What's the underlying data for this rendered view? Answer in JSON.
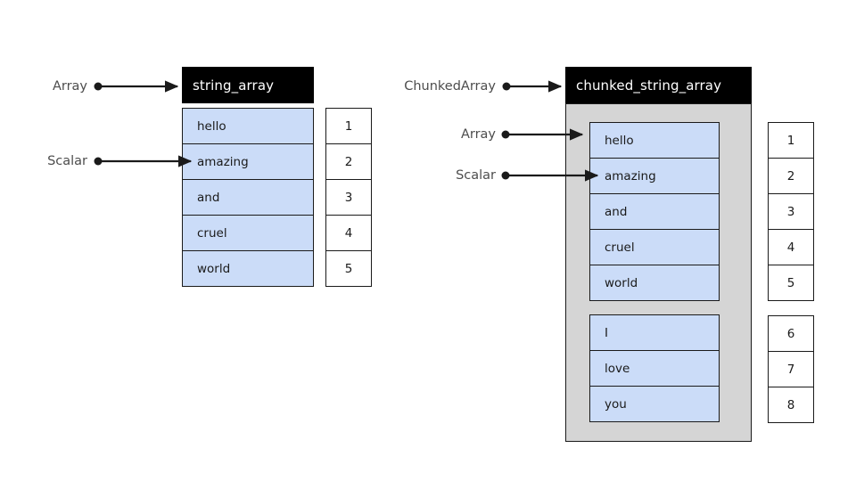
{
  "diagram": {
    "left_structure": {
      "title": "string_array",
      "values": [
        "hello",
        "amazing",
        "and",
        "cruel",
        "world"
      ],
      "indexes": [
        "1",
        "2",
        "3",
        "4",
        "5"
      ],
      "callouts": [
        {
          "label": "Array",
          "target": "string_array-header"
        },
        {
          "label": "Scalar",
          "target": "value-cell-amazing"
        }
      ]
    },
    "right_structure": {
      "title": "chunked_string_array",
      "chunks": [
        {
          "values": [
            "hello",
            "amazing",
            "and",
            "cruel",
            "world"
          ],
          "indexes": [
            "1",
            "2",
            "3",
            "4",
            "5"
          ]
        },
        {
          "values": [
            "I",
            "love",
            "you"
          ],
          "indexes": [
            "6",
            "7",
            "8"
          ]
        }
      ],
      "callouts": [
        {
          "label": "ChunkedArray",
          "target": "chunked_string_array-header"
        },
        {
          "label": "Array",
          "target": "chunk-0"
        },
        {
          "label": "Scalar",
          "target": "value-cell-amazing"
        }
      ]
    },
    "colors": {
      "header_bg": "#000000",
      "header_text": "#ffffff",
      "value_fill": "#cbdcf8",
      "chunk_fill": "#d5d5d5",
      "stroke": "#1a1a1a",
      "label_text": "#4d4d4d",
      "index_fill": "#ffffff",
      "background": "#ffffff"
    }
  }
}
